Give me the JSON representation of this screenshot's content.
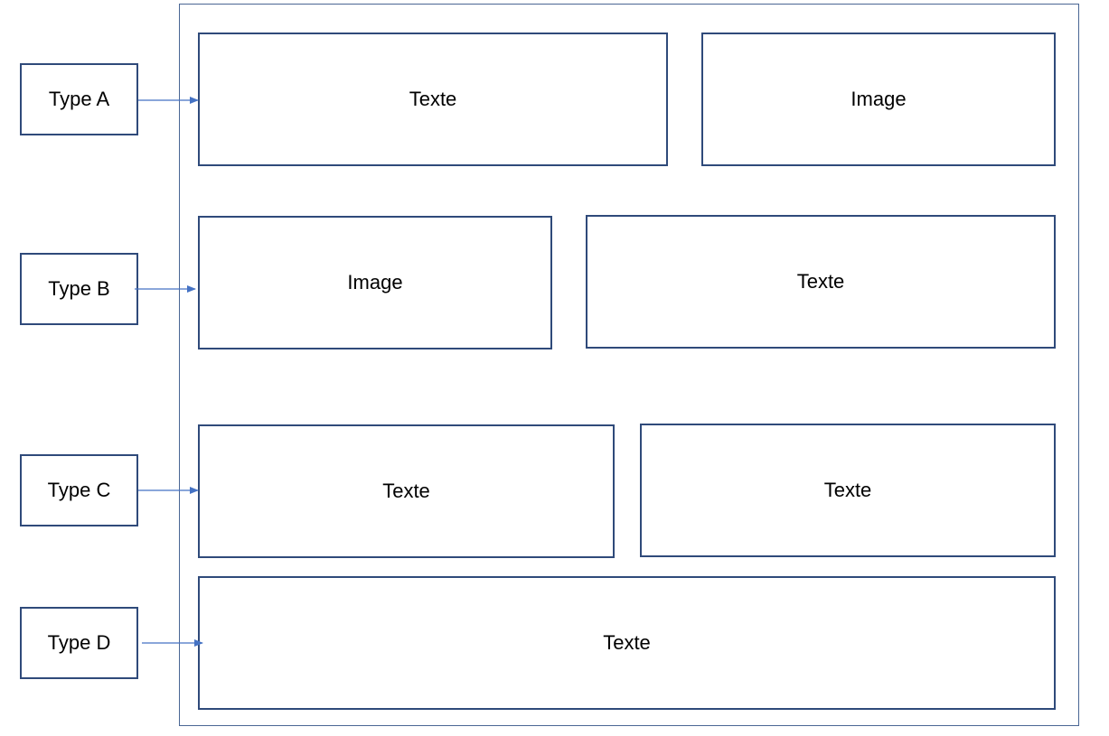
{
  "colors": {
    "border": "#2f4a7a",
    "frame_border": "#4a6694",
    "arrow": "#4472c4"
  },
  "types": [
    {
      "label": "Type A"
    },
    {
      "label": "Type B"
    },
    {
      "label": "Type C"
    },
    {
      "label": "Type D"
    }
  ],
  "rows": [
    {
      "blocks": [
        {
          "label": "Texte"
        },
        {
          "label": "Image"
        }
      ]
    },
    {
      "blocks": [
        {
          "label": "Image"
        },
        {
          "label": "Texte"
        }
      ]
    },
    {
      "blocks": [
        {
          "label": "Texte"
        },
        {
          "label": "Texte"
        }
      ]
    },
    {
      "blocks": [
        {
          "label": "Texte"
        }
      ]
    }
  ]
}
